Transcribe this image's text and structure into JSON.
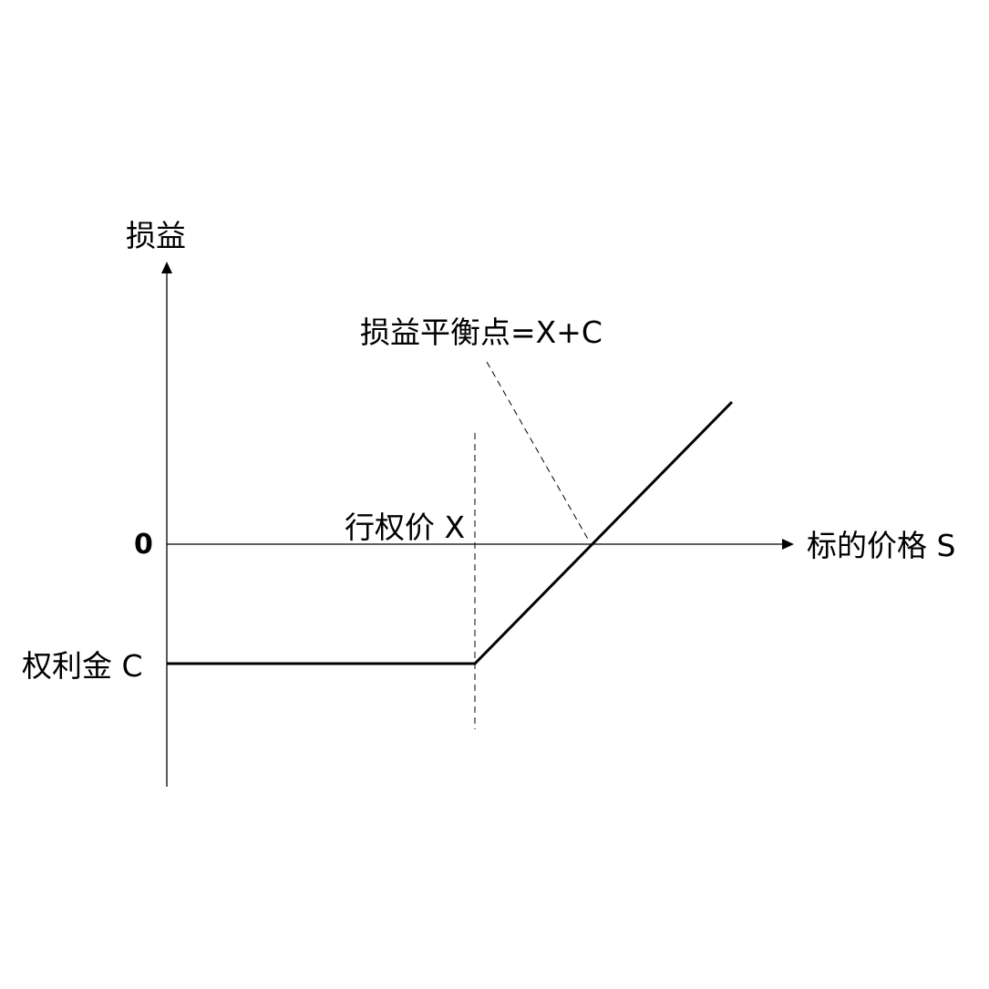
{
  "diagram": {
    "type": "long-call-option-payoff",
    "labels": {
      "y_axis": "损益",
      "x_axis": "标的价格 S",
      "zero": "0",
      "premium": "权利金 C",
      "strike": "行权价 X",
      "breakeven": "损益平衡点=X+C"
    },
    "payoff_line": {
      "style": "solid",
      "description": "flat at the premium level until the strike, then rising at 45 degrees through the break-even point"
    },
    "guide_lines": {
      "strike_marker": "dashed",
      "breakeven_pointer": "dashed"
    },
    "colors": {
      "line": "#000000",
      "background": "#ffffff"
    }
  }
}
